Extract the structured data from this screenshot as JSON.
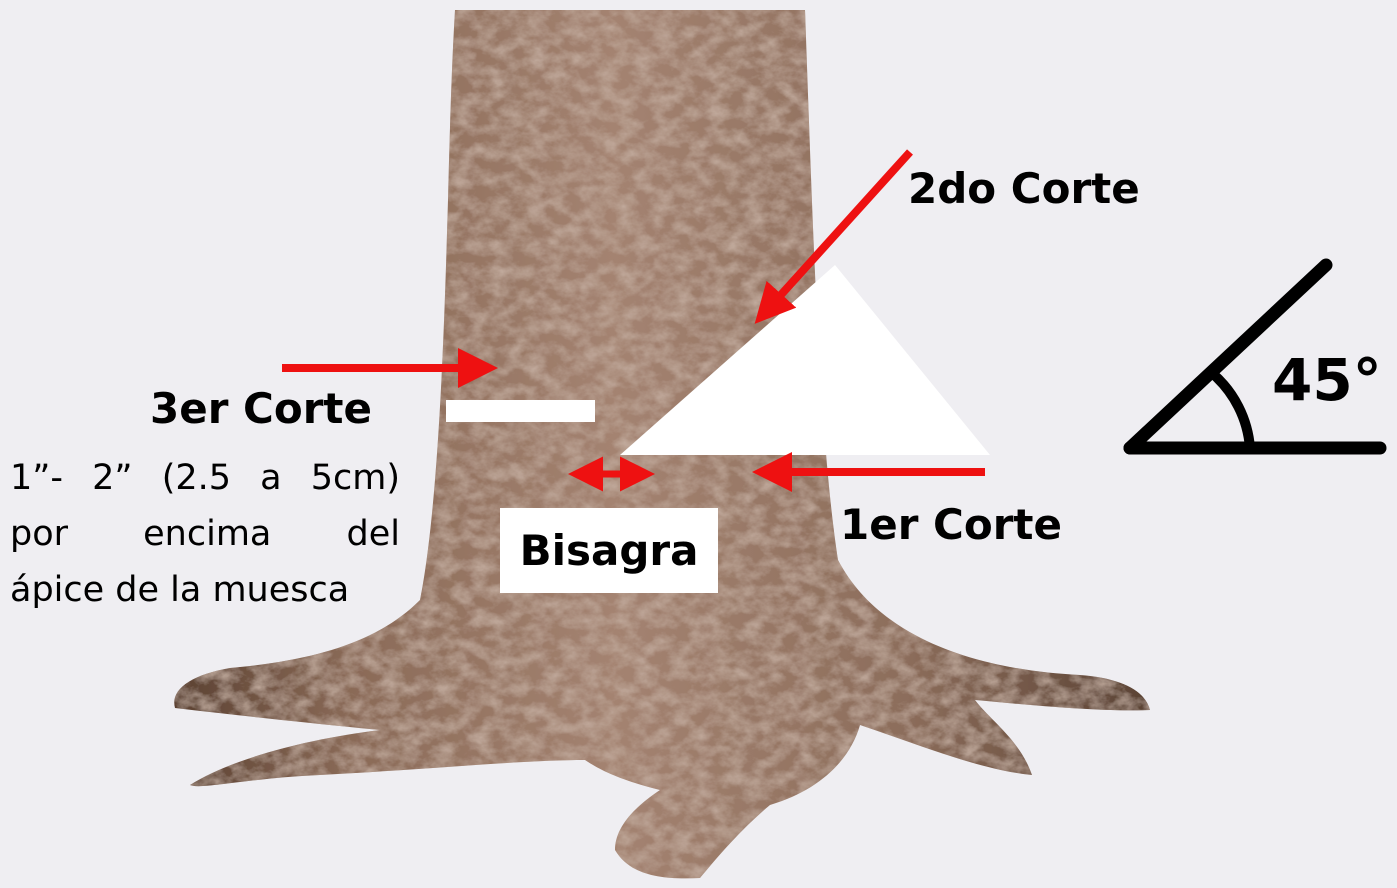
{
  "labels": {
    "second_cut": "2do Corte",
    "third_cut": "3er Corte",
    "first_cut": "1er Corte",
    "hinge": "Bisagra",
    "angle": "45°"
  },
  "note": {
    "line1": "1”- 2” (2.5 a 5cm)",
    "line2": "por encima del",
    "line3": "ápice de la muesca"
  },
  "colors": {
    "arrow": "#ee1111",
    "bark_dark": "#5e4536",
    "bark_mid": "#8f6f5c",
    "bark_light": "#c4a493",
    "background": "#efeef2",
    "notch": "#ffffff"
  }
}
